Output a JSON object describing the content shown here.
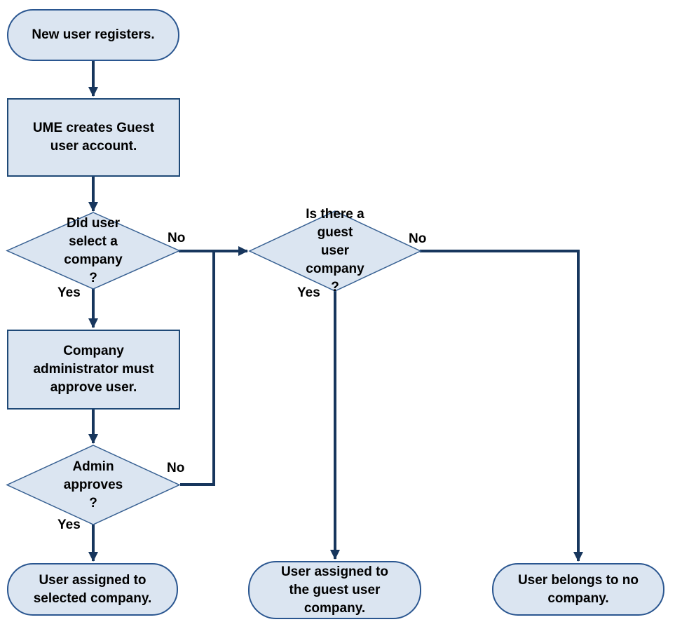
{
  "diagram": {
    "type": "flowchart",
    "colors": {
      "background": "#ffffff",
      "node_fill": "#dbe5f1",
      "process_border": "#1f4977",
      "terminal_border": "#2a5690",
      "decision_border": "#376092",
      "connector": "#17365d",
      "text": "#000000",
      "label_text": "#000000"
    },
    "nodes": {
      "start": {
        "type": "terminal",
        "lines": [
          "New user registers."
        ]
      },
      "create_guest": {
        "type": "process",
        "lines": [
          "UME creates Guest",
          "user account."
        ]
      },
      "select_company": {
        "type": "decision",
        "lines": [
          "Did user",
          "select a",
          "company",
          "?"
        ]
      },
      "company_admin": {
        "type": "process",
        "lines": [
          "Company",
          "administrator must",
          "approve user."
        ]
      },
      "admin_approves": {
        "type": "decision",
        "lines": [
          "Admin",
          "approves",
          "?"
        ]
      },
      "guest_company": {
        "type": "decision",
        "lines": [
          "Is there a",
          "guest",
          "user",
          "company",
          "?"
        ]
      },
      "assigned_selected": {
        "type": "terminal",
        "lines": [
          "User assigned to",
          "selected company."
        ]
      },
      "assigned_guest": {
        "type": "terminal",
        "lines": [
          "User assigned to",
          "the guest user",
          "company."
        ]
      },
      "no_company": {
        "type": "terminal",
        "lines": [
          "User belongs to no",
          "company."
        ]
      }
    },
    "edge_labels": {
      "select_company_no": "No",
      "select_company_yes": "Yes",
      "guest_company_no": "No",
      "guest_company_yes": "Yes",
      "admin_approves_no": "No",
      "admin_approves_yes": "Yes"
    }
  }
}
